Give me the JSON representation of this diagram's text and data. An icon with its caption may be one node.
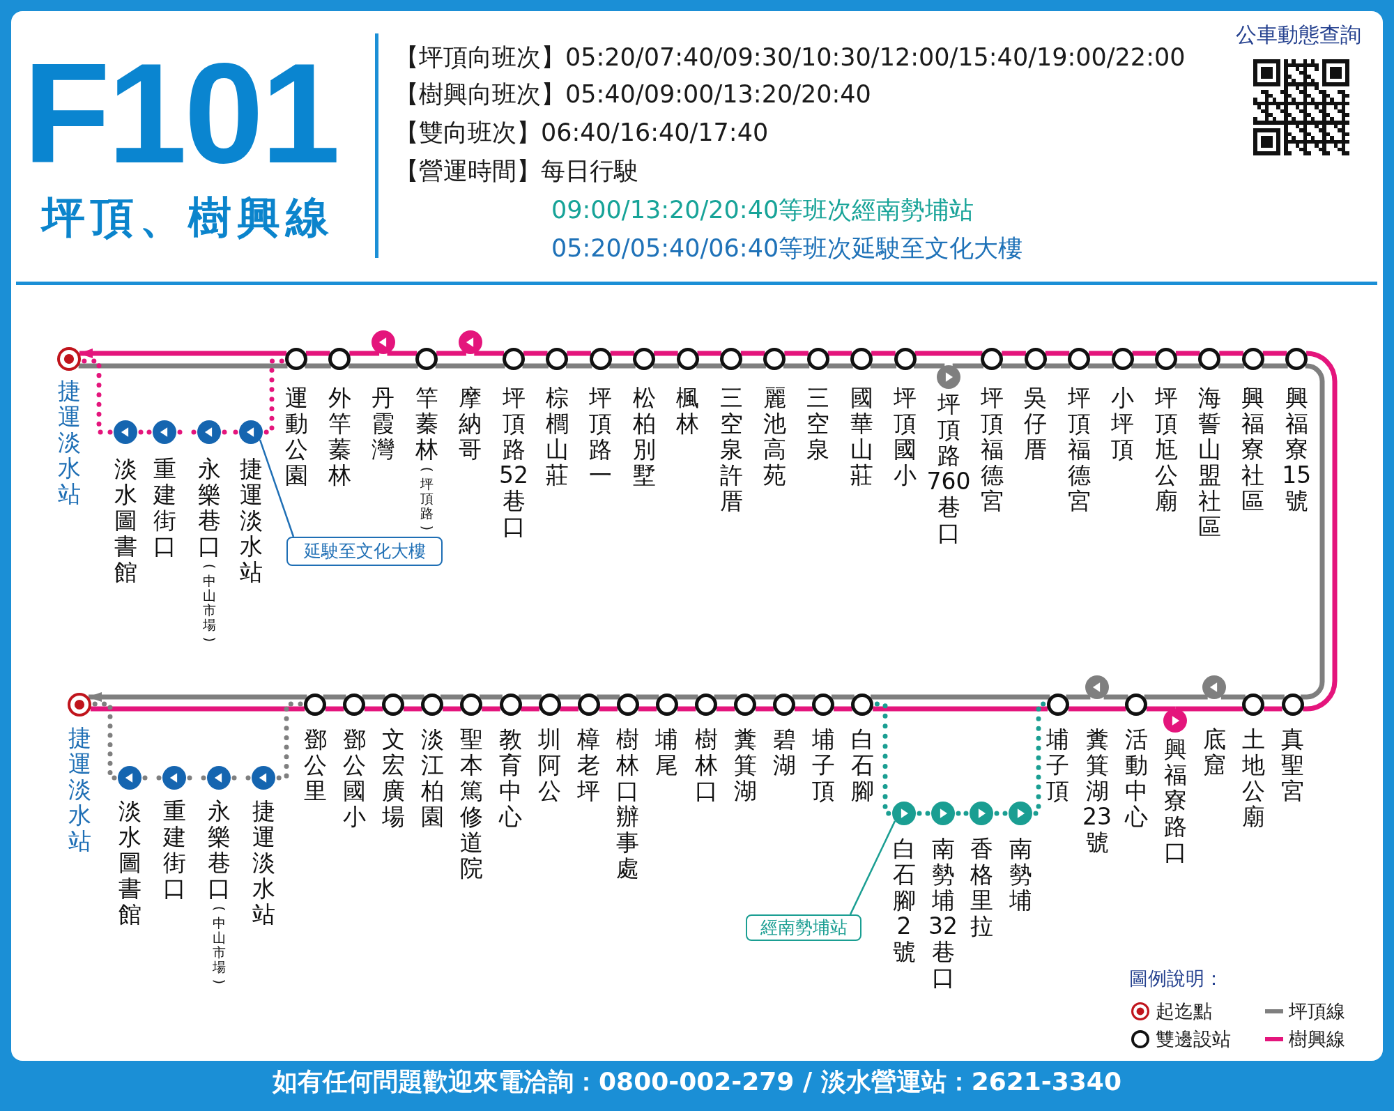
{
  "diagram": {
    "title": "F101",
    "nodes": [
      {
        "text": [],
        "shape": "circle",
        "beside": [
          "捷運淡水站"
        ]
      },
      {
        "text": [],
        "shape": "circle",
        "beside": [
          "淡水圖書館"
        ]
      },
      {
        "text": [],
        "shape": "circle",
        "beside": [
          "重建街口"
        ]
      },
      {
        "text": [],
        "shape": "circle",
        "beside": [
          "永樂巷口(中山市場)"
        ]
      },
      {
        "text": [],
        "shape": "circle",
        "beside": [
          "捷運淡水站"
        ]
      },
      {
        "text": [],
        "shape": "circle",
        "beside": [
          "運動公園"
        ]
      },
      {
        "text": [],
        "shape": "circle",
        "beside": [
          "外竿蓁林"
        ]
      },
      {
        "text": [],
        "shape": "circle",
        "beside": [
          "丹霞灣"
        ]
      },
      {
        "text": [],
        "shape": "circle",
        "beside": [
          "竿蓁林(坪頂路)"
        ]
      },
      {
        "text": [],
        "shape": "circle",
        "beside": [
          "摩納哥"
        ]
      },
      {
        "text": [],
        "shape": "circle",
        "beside": [
          "坪頂路52巷口"
        ]
      },
      {
        "text": [],
        "shape": "circle",
        "beside": [
          "棕櫚山莊"
        ]
      },
      {
        "text": [],
        "shape": "circle",
        "beside": [
          "坪頂路一"
        ]
      },
      {
        "text": [],
        "shape": "circle",
        "beside": [
          "松柏別墅"
        ]
      },
      {
        "text": [],
        "shape": "circle",
        "beside": [
          "楓林"
        ]
      },
      {
        "text": [],
        "shape": "circle",
        "beside": [
          "三空泉許厝"
        ]
      },
      {
        "text": [],
        "shape": "circle",
        "beside": [
          "麗池高苑"
        ]
      },
      {
        "text": [],
        "shape": "circle",
        "beside": [
          "三空泉"
        ]
      },
      {
        "text": [],
        "shape": "circle",
        "beside": [
          "國華山莊"
        ]
      },
      {
        "text": [],
        "shape": "circle",
        "beside": [
          "坪頂國小"
        ]
      },
      {
        "text": [],
        "shape": "circle",
        "beside": [
          "坪頂路760巷口"
        ]
      },
      {
        "text": [],
        "shape": "circle",
        "beside": [
          "坪頂福德宮"
        ]
      },
      {
        "text": [],
        "shape": "circle",
        "beside": [
          "吳仔厝"
        ]
      },
      {
        "text": [],
        "shape": "circle",
        "beside": [
          "坪頂福德宮"
        ]
      },
      {
        "text": [],
        "shape": "circle",
        "beside": [
          "小坪頂"
        ]
      },
      {
        "text": [],
        "shape": "circle",
        "beside": [
          "坪頂尪公廟"
        ]
      },
      {
        "text": [],
        "shape": "circle",
        "beside": [
          "海誓山盟社區"
        ]
      },
      {
        "text": [],
        "shape": "circle",
        "beside": [
          "興福寮社區"
        ]
      },
      {
        "text": [],
        "shape": "circle",
        "beside": [
          "興福寮15號"
        ]
      },
      {
        "text": [
          "延駛至文化大樓"
        ]
      },
      {
        "text": [],
        "shape": "circle",
        "beside": [
          "捷運淡水站"
        ]
      },
      {
        "text": [],
        "shape": "circle",
        "beside": [
          "淡水圖書館"
        ]
      },
      {
        "text": [],
        "shape": "circle",
        "beside": [
          "重建街口"
        ]
      },
      {
        "text": [],
        "shape": "circle",
        "beside": [
          "永樂巷口(中山市場)"
        ]
      },
      {
        "text": [],
        "shape": "circle",
        "beside": [
          "捷運淡水站"
        ]
      },
      {
        "text": [],
        "shape": "circle",
        "beside": [
          "鄧公里"
        ]
      },
      {
        "text": [],
        "shape": "circle",
        "beside": [
          "鄧公國小"
        ]
      },
      {
        "text": [],
        "shape": "circle",
        "beside": [
          "文宏廣場"
        ]
      },
      {
        "text": [],
        "shape": "circle",
        "beside": [
          "淡江柏園"
        ]
      },
      {
        "text": [],
        "shape": "circle",
        "beside": [
          "聖本篤修道院"
        ]
      },
      {
        "text": [],
        "shape": "circle",
        "beside": [
          "教育中心"
        ]
      },
      {
        "text": [],
        "shape": "circle",
        "beside": [
          "圳阿公"
        ]
      },
      {
        "text": [],
        "shape": "circle",
        "beside": [
          "樟老坪"
        ]
      },
      {
        "text": [],
        "shape": "circle",
        "beside": [
          "樹林口辦事處"
        ]
      },
      {
        "text": [],
        "shape": "circle",
        "beside": [
          "埔尾"
        ]
      },
      {
        "text": [],
        "shape": "circle",
        "beside": [
          "樹林口"
        ]
      },
      {
        "text": [],
        "shape": "circle",
        "beside": [
          "糞箕湖"
        ]
      },
      {
        "text": [],
        "shape": "circle",
        "beside": [
          "碧湖"
        ]
      },
      {
        "text": [],
        "shape": "circle",
        "beside": [
          "埔子頂"
        ]
      },
      {
        "text": [],
        "shape": "circle",
        "beside": [
          "白石腳"
        ]
      },
      {
        "text": [],
        "shape": "circle",
        "beside": [
          "白石腳2號"
        ]
      },
      {
        "text": [],
        "shape": "circle",
        "beside": [
          "南勢埔32巷口"
        ]
      },
      {
        "text": [],
        "shape": "circle",
        "beside": [
          "香格里拉"
        ]
      },
      {
        "text": [],
        "shape": "circle",
        "beside": [
          "南勢埔"
        ]
      },
      {
        "text": [],
        "shape": "circle",
        "beside": [
          "埔子頂"
        ]
      },
      {
        "text": [],
        "shape": "circle",
        "beside": [
          "糞箕湖23號"
        ]
      },
      {
        "text": [],
        "shape": "circle",
        "beside": [
          "活動中心"
        ]
      },
      {
        "text": [],
        "shape": "circle",
        "beside": [
          "興福寮路口"
        ]
      },
      {
        "text": [],
        "shape": "circle",
        "beside": [
          "底窟"
        ]
      },
      {
        "text": [],
        "shape": "circle",
        "beside": [
          "土地公廟"
        ]
      },
      {
        "text": [],
        "shape": "circle",
        "beside": [
          "真聖宮"
        ]
      },
      {
        "text": [
          "經南勢埔站"
        ]
      }
    ],
    "edges": [
      {
        "from": 30,
        "to": 35,
        "arrow": "none"
      },
      {
        "from": 35,
        "to": 36,
        "arrow": "none"
      },
      {
        "from": 36,
        "to": 37,
        "arrow": "none"
      },
      {
        "from": 37,
        "to": 38,
        "arrow": "none"
      },
      {
        "from": 38,
        "to": 39,
        "arrow": "none"
      },
      {
        "from": 39,
        "to": 40,
        "arrow": "none"
      },
      {
        "from": 40,
        "to": 41,
        "arrow": "none"
      },
      {
        "from": 41,
        "to": 42,
        "arrow": "none"
      },
      {
        "from": 42,
        "to": 43,
        "arrow": "none"
      },
      {
        "from": 43,
        "to": 44,
        "arrow": "none"
      },
      {
        "from": 44,
        "to": 45,
        "arrow": "none"
      },
      {
        "from": 45,
        "to": 46,
        "arrow": "none"
      },
      {
        "from": 46,
        "to": 47,
        "arrow": "none"
      },
      {
        "from": 47,
        "to": 48,
        "arrow": "none"
      },
      {
        "from": 48,
        "to": 49,
        "arrow": "none"
      },
      {
        "from": 49,
        "to": 54,
        "arrow": "none"
      },
      {
        "from": 49,
        "to": 50,
        "arrow": "none",
        "style": "dashed",
        "color": "#1a9e92"
      },
      {
        "from": 50,
        "to": 51,
        "arrow": "none",
        "style": "dashed",
        "color": "#1a9e92"
      },
      {
        "from": 51,
        "to": 52,
        "arrow": "none",
        "style": "dashed",
        "color": "#1a9e92"
      },
      {
        "from": 52,
        "to": 53,
        "arrow": "none",
        "style": "dashed",
        "color": "#1a9e92"
      },
      {
        "from": 53,
        "to": 54,
        "arrow": "none",
        "style": "dashed",
        "color": "#1a9e92"
      },
      {
        "from": 54,
        "to": 56,
        "arrow": "none"
      },
      {
        "from": 56,
        "to": 57,
        "arrow": "none"
      },
      {
        "from": 57,
        "to": 59,
        "arrow": "none"
      },
      {
        "from": 59,
        "to": 60,
        "arrow": "none"
      },
      {
        "from": 60,
        "to": 28,
        "arrow": "none"
      },
      {
        "from": 28,
        "to": 27,
        "arrow": "none"
      },
      {
        "from": 27,
        "to": 26,
        "arrow": "none"
      },
      {
        "from": 26,
        "to": 25,
        "arrow": "none"
      },
      {
        "from": 25,
        "to": 24,
        "arrow": "none"
      },
      {
        "from": 24,
        "to": 23,
        "arrow": "none"
      },
      {
        "from": 23,
        "to": 22,
        "arrow": "none"
      },
      {
        "from": 22,
        "to": 21,
        "arrow": "none"
      },
      {
        "from": 21,
        "to": 19,
        "arrow": "none"
      },
      {
        "from": 19,
        "to": 18,
        "arrow": "none"
      },
      {
        "from": 18,
        "to": 17,
        "arrow": "none"
      },
      {
        "from": 17,
        "to": 16,
        "arrow": "none"
      },
      {
        "from": 16,
        "to": 15,
        "arrow": "none"
      },
      {
        "from": 15,
        "to": 14,
        "arrow": "none"
      },
      {
        "from": 14,
        "to": 13,
        "arrow": "none"
      },
      {
        "from": 13,
        "to": 12,
        "arrow": "none"
      },
      {
        "from": 12,
        "to": 11,
        "arrow": "none"
      },
      {
        "from": 11,
        "to": 10,
        "arrow": "none"
      },
      {
        "from": 10,
        "to": 9,
        "arrow": "none"
      },
      {
        "from": 9,
        "to": 8,
        "arrow": "none"
      },
      {
        "from": 8,
        "to": 7,
        "arrow": "none"
      },
      {
        "from": 7,
        "to": 6,
        "arrow": "none"
      },
      {
        "from": 6,
        "to": 5,
        "arrow": "none"
      },
      {
        "from": 5,
        "to": 0,
        "arrow": "to"
      },
      {
        "from": 5,
        "to": 4,
        "arrow": "none",
        "style": "dashed"
      },
      {
        "from": 4,
        "to": 3,
        "arrow": "none",
        "style": "dashed"
      },
      {
        "from": 3,
        "to": 2,
        "arrow": "none",
        "style": "dashed"
      },
      {
        "from": 2,
        "to": 1,
        "arrow": "none",
        "style": "dashed"
      },
      {
        "from": 1,
        "to": 0,
        "arrow": "none",
        "style": "dashed"
      },
      {
        "from": 0,
        "to": 5,
        "arrow": "none",
        "color": "#7f7f7f"
      },
      {
        "from": 5,
        "to": 6,
        "arrow": "none",
        "color": "#7f7f7f"
      },
      {
        "from": 6,
        "to": 8,
        "arrow": "none",
        "color": "#7f7f7f"
      },
      {
        "from": 8,
        "to": 10,
        "arrow": "none",
        "color": "#7f7f7f"
      },
      {
        "from": 10,
        "to": 11,
        "arrow": "none",
        "color": "#7f7f7f"
      },
      {
        "from": 11,
        "to": 12,
        "arrow": "none",
        "color": "#7f7f7f"
      },
      {
        "from": 12,
        "to": 13,
        "arrow": "none",
        "color": "#7f7f7f"
      },
      {
        "from": 13,
        "to": 14,
        "arrow": "none",
        "color": "#7f7f7f"
      },
      {
        "from": 14,
        "to": 15,
        "arrow": "none",
        "color": "#7f7f7f"
      },
      {
        "from": 15,
        "to": 16,
        "arrow": "none",
        "color": "#7f7f7f"
      },
      {
        "from": 16,
        "to": 17,
        "arrow": "none",
        "color": "#7f7f7f"
      },
      {
        "from": 17,
        "to": 18,
        "arrow": "none",
        "color": "#7f7f7f"
      },
      {
        "from": 18,
        "to": 19,
        "arrow": "none",
        "color": "#7f7f7f"
      },
      {
        "from": 19,
        "to": 20,
        "arrow": "none",
        "color": "#7f7f7f"
      },
      {
        "from": 20,
        "to": 21,
        "arrow": "none",
        "color": "#7f7f7f"
      },
      {
        "from": 21,
        "to": 22,
        "arrow": "none",
        "color": "#7f7f7f"
      },
      {
        "from": 22,
        "to": 23,
        "arrow": "none",
        "color": "#7f7f7f"
      },
      {
        "from": 23,
        "to": 24,
        "arrow": "none",
        "color": "#7f7f7f"
      },
      {
        "from": 24,
        "to": 25,
        "arrow": "none",
        "color": "#7f7f7f"
      },
      {
        "from": 25,
        "to": 26,
        "arrow": "none",
        "color": "#7f7f7f"
      },
      {
        "from": 26,
        "to": 27,
        "arrow": "none",
        "color": "#7f7f7f"
      },
      {
        "from": 27,
        "to": 28,
        "arrow": "none",
        "color": "#7f7f7f"
      },
      {
        "from": 28,
        "to": 60,
        "arrow": "none",
        "color": "#7f7f7f"
      },
      {
        "from": 60,
        "to": 59,
        "arrow": "none",
        "color": "#7f7f7f"
      },
      {
        "from": 59,
        "to": 58,
        "arrow": "none",
        "color": "#7f7f7f"
      },
      {
        "from": 58,
        "to": 56,
        "arrow": "none",
        "color": "#7f7f7f"
      },
      {
        "from": 56,
        "to": 55,
        "arrow": "none",
        "color": "#7f7f7f"
      },
      {
        "from": 55,
        "to": 54,
        "arrow": "none",
        "color": "#7f7f7f"
      },
      {
        "from": 54,
        "to": 49,
        "arrow": "none",
        "color": "#7f7f7f"
      },
      {
        "from": 49,
        "to": 48,
        "arrow": "none",
        "color": "#7f7f7f"
      },
      {
        "from": 48,
        "to": 47,
        "arrow": "none",
        "color": "#7f7f7f"
      },
      {
        "from": 47,
        "to": 46,
        "arrow": "none",
        "color": "#7f7f7f"
      },
      {
        "from": 46,
        "to": 45,
        "arrow": "none",
        "color": "#7f7f7f"
      },
      {
        "from": 45,
        "to": 44,
        "arrow": "none",
        "color": "#7f7f7f"
      },
      {
        "from": 44,
        "to": 43,
        "arrow": "none",
        "color": "#7f7f7f"
      },
      {
        "from": 43,
        "to": 42,
        "arrow": "none",
        "color": "#7f7f7f"
      },
      {
        "from": 42,
        "to": 41,
        "arrow": "none",
        "color": "#7f7f7f"
      },
      {
        "from": 41,
        "to": 40,
        "arrow": "none",
        "color": "#7f7f7f"
      },
      {
        "from": 40,
        "to": 39,
        "arrow": "none",
        "color": "#7f7f7f"
      },
      {
        "from": 39,
        "to": 38,
        "arrow": "none",
        "color": "#7f7f7f"
      },
      {
        "from": 38,
        "to": 37,
        "arrow": "none",
        "color": "#7f7f7f"
      },
      {
        "from": 37,
        "to": 36,
        "arrow": "none",
        "color": "#7f7f7f"
      },
      {
        "from": 36,
        "to": 35,
        "arrow": "none",
        "color": "#7f7f7f"
      },
      {
        "from": 35,
        "to": 30,
        "arrow": "to",
        "color": "#7f7f7f"
      },
      {
        "from": 35,
        "to": 34,
        "arrow": "none",
        "style": "dashed",
        "color": "#7f7f7f"
      },
      {
        "from": 34,
        "to": 33,
        "arrow": "none",
        "style": "dashed",
        "color": "#7f7f7f"
      },
      {
        "from": 33,
        "to": 32,
        "arrow": "none",
        "style": "dashed",
        "color": "#7f7f7f"
      },
      {
        "from": 32,
        "to": 31,
        "arrow": "none",
        "style": "dashed",
        "color": "#7f7f7f"
      },
      {
        "from": 31,
        "to": 30,
        "arrow": "none",
        "style": "dashed",
        "color": "#7f7f7f"
      },
      {
        "from": 29,
        "to": 4,
        "arrow": "none",
        "color": "#1f6fb5"
      },
      {
        "from": 61,
        "to": 50,
        "arrow": "none",
        "color": "#1a9e92"
      }
    ],
    "labels": [
      "坪頂、樹興線",
      "【坪頂向班次】05:20/07:40/09:30/10:30/12:00/15:40/19:00/22:00",
      "【樹興向班次】05:40/09:00/13:20/20:40",
      "【雙向班次】06:40/16:40/17:40",
      "【營運時間】每日行駛",
      "09:00/13:20/20:40等班次經南勢埔站",
      "05:20/05:40/06:40等班次延駛至文化大樓",
      "公車動態查詢",
      "圖例說明：",
      "如有任何問題歡迎來電洽詢：0800-002-279 / 淡水營運站：2621-3340"
    ],
    "legend": [
      {
        "text": "起迄點"
      },
      {
        "text": "雙邊設站"
      },
      {
        "text": "坪頂線",
        "color": "#7f7f7f"
      },
      {
        "text": "樹興線",
        "color": "#e4157c"
      }
    ]
  }
}
